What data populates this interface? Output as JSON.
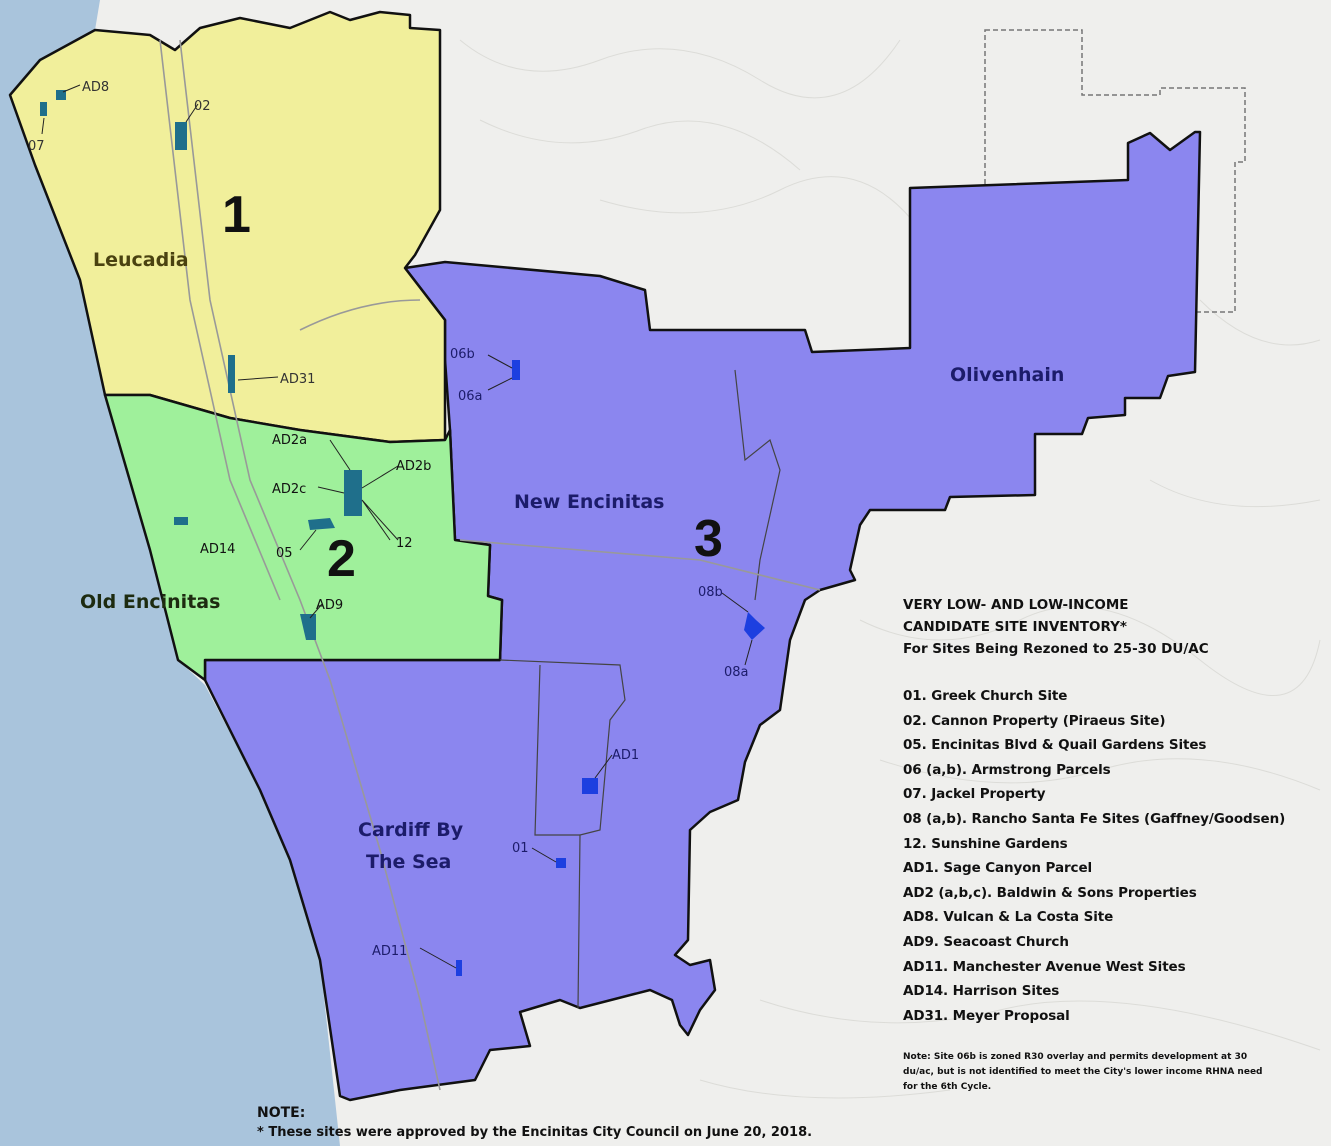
{
  "districts": [
    {
      "number": "1",
      "fill": "#f1ef9b"
    },
    {
      "number": "2",
      "fill": "#9ff09b"
    },
    {
      "number": "3",
      "fill": "#8b86ef"
    }
  ],
  "communities": [
    "Leucadia",
    "Old Encinitas",
    "New Encinitas",
    "Olivenhain",
    "Cardiff By",
    "The Sea"
  ],
  "sites": [
    "AD8",
    "07",
    "02",
    "AD31",
    "AD2a",
    "AD2b",
    "AD2c",
    "AD14",
    "05",
    "12",
    "AD9",
    "06b",
    "06a",
    "08b",
    "08a",
    "AD1",
    "01",
    "AD11"
  ],
  "legend": {
    "title": "VERY LOW- AND LOW-INCOME",
    "title2": "CANDIDATE SITE INVENTORY*",
    "subtitle": "For Sites Being Rezoned to 25-30 DU/AC",
    "items": [
      "01. Greek Church Site",
      "02. Cannon Property (Piraeus Site)",
      "05. Encinitas Blvd & Quail Gardens Sites",
      "06 (a,b). Armstrong Parcels",
      "07. Jackel Property",
      "08 (a,b). Rancho Santa Fe Sites (Gaffney/Goodsen)",
      "12. Sunshine Gardens",
      "AD1. Sage Canyon Parcel",
      "AD2 (a,b,c). Baldwin & Sons Properties",
      "AD8. Vulcan & La Costa Site",
      "AD9. Seacoast Church",
      "AD11. Manchester Avenue West Sites",
      "AD14. Harrison Sites",
      "AD31. Meyer Proposal"
    ],
    "note": "Note: Site 06b is zoned R30 overlay and permits development at 30 du/ac, but is not identified to meet the City's lower income RHNA need for the 6th Cycle."
  },
  "footer": {
    "note_label": "NOTE:",
    "note_text": "* These sites were approved by the Encinitas City Council on June 20, 2018."
  },
  "colors": {
    "ocean": "#a9c4dc",
    "land": "#efefed",
    "site": "#1f6f8b",
    "site_blue": "#1d3fe0",
    "boundary": "#111111"
  }
}
